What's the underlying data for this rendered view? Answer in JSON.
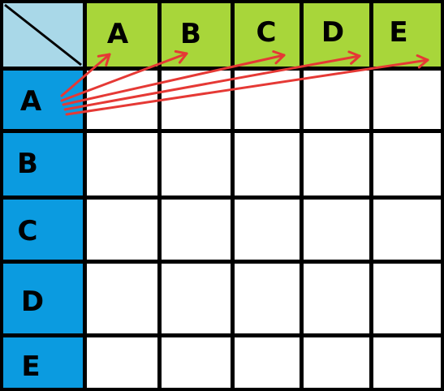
{
  "columns": [
    {
      "label": "A"
    },
    {
      "label": "B"
    },
    {
      "label": "C"
    },
    {
      "label": "D"
    },
    {
      "label": "E"
    }
  ],
  "rows": [
    {
      "label": "A"
    },
    {
      "label": "B"
    },
    {
      "label": "C"
    },
    {
      "label": "D"
    },
    {
      "label": "E"
    }
  ],
  "colors": {
    "corner": "#a9d8e8",
    "column_header": "#a8d63a",
    "row_header": "#0b9be0",
    "cell": "#ffffff",
    "grid_line": "#000000",
    "arrow": "#e53935"
  },
  "arrows": {
    "from_row": 0,
    "to_columns": [
      0,
      1,
      2,
      3,
      4
    ]
  }
}
